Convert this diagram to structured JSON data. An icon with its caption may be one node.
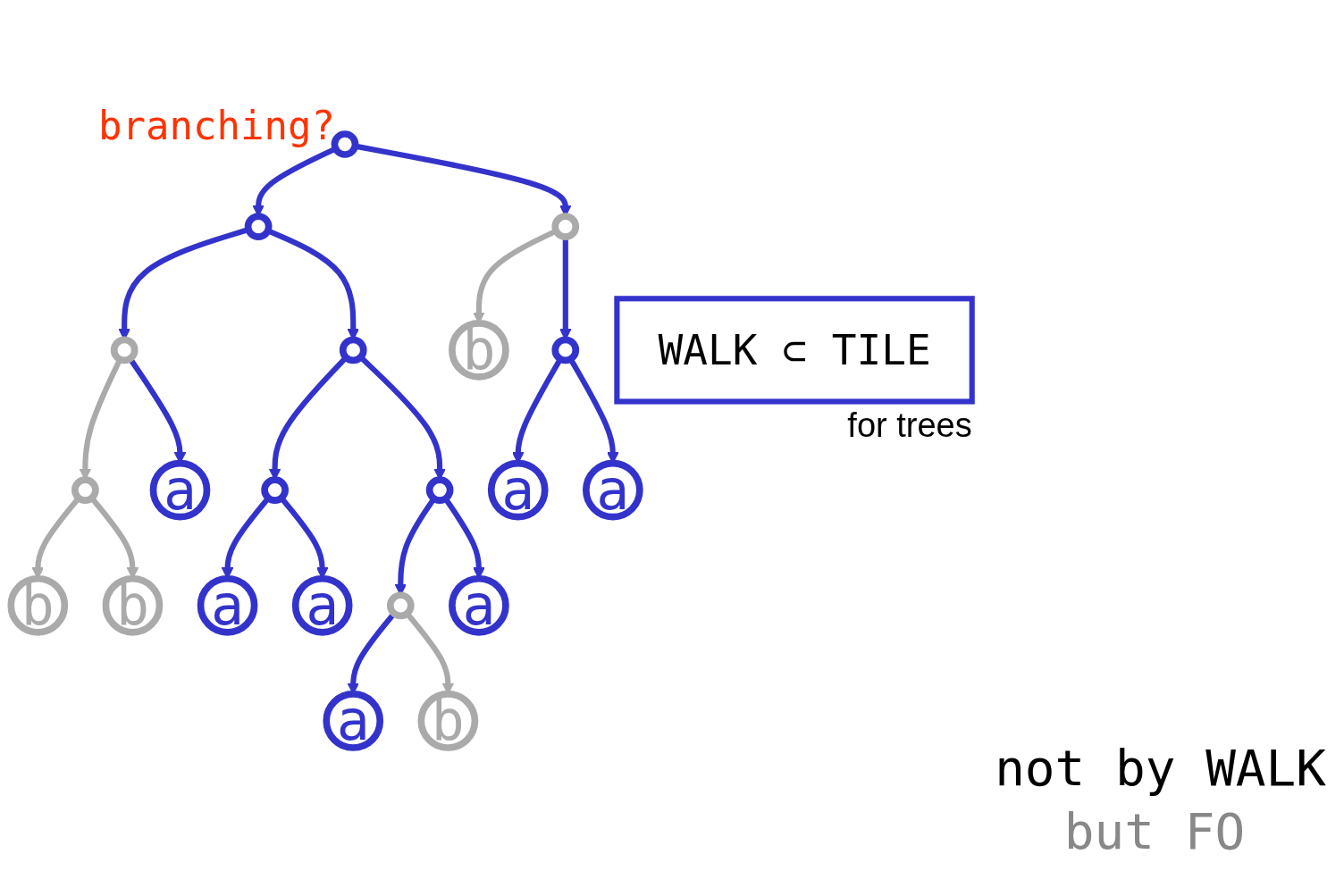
{
  "diagram": {
    "nodes": [
      {
        "text": [],
        "shape": "circle"
      },
      {
        "text": [],
        "shape": "circle"
      },
      {
        "text": [],
        "shape": "circle"
      },
      {
        "text": [],
        "shape": "circle"
      },
      {
        "text": [],
        "shape": "circle"
      },
      {
        "text": [
          "b"
        ]
      },
      {
        "text": [],
        "shape": "circle"
      },
      {
        "text": [],
        "shape": "circle"
      },
      {
        "text": [
          "a"
        ]
      },
      {
        "text": [],
        "shape": "circle"
      },
      {
        "text": [],
        "shape": "circle"
      },
      {
        "text": [
          "a"
        ]
      },
      {
        "text": [
          "a"
        ]
      },
      {
        "text": [
          "b"
        ]
      },
      {
        "text": [
          "b"
        ]
      },
      {
        "text": [
          "a"
        ]
      },
      {
        "text": [
          "a"
        ]
      },
      {
        "text": [],
        "shape": "circle"
      },
      {
        "text": [
          "a"
        ]
      },
      {
        "text": [
          "a"
        ]
      },
      {
        "text": [
          "b"
        ]
      },
      {
        "text": [
          "WALK ⊂ TILE"
        ],
        "beside": [
          "for trees"
        ]
      }
    ],
    "edges": [
      {
        "from": 0,
        "to": 1,
        "arrow": "to"
      },
      {
        "from": 0,
        "to": 2,
        "arrow": "to"
      },
      {
        "from": 1,
        "to": 3,
        "arrow": "to"
      },
      {
        "from": 1,
        "to": 4,
        "arrow": "to"
      },
      {
        "from": 2,
        "to": 5,
        "arrow": "to",
        "color": "#aaaaaa"
      },
      {
        "from": 2,
        "to": 6,
        "arrow": "to"
      },
      {
        "from": 3,
        "to": 7,
        "arrow": "to",
        "color": "#aaaaaa"
      },
      {
        "from": 3,
        "to": 8,
        "arrow": "to"
      },
      {
        "from": 4,
        "to": 9,
        "arrow": "to"
      },
      {
        "from": 4,
        "to": 10,
        "arrow": "to"
      },
      {
        "from": 6,
        "to": 11,
        "arrow": "to"
      },
      {
        "from": 6,
        "to": 12,
        "arrow": "to"
      },
      {
        "from": 7,
        "to": 13,
        "arrow": "to",
        "color": "#aaaaaa"
      },
      {
        "from": 7,
        "to": 14,
        "arrow": "to",
        "color": "#aaaaaa"
      },
      {
        "from": 9,
        "to": 15,
        "arrow": "to"
      },
      {
        "from": 9,
        "to": 16,
        "arrow": "to"
      },
      {
        "from": 10,
        "to": 17,
        "arrow": "to"
      },
      {
        "from": 10,
        "to": 18,
        "arrow": "to"
      },
      {
        "from": 17,
        "to": 19,
        "arrow": "to"
      },
      {
        "from": 17,
        "to": 20,
        "arrow": "to",
        "color": "#aaaaaa"
      }
    ],
    "labels": [
      "branching?",
      "not by WALK",
      "but FO"
    ]
  }
}
